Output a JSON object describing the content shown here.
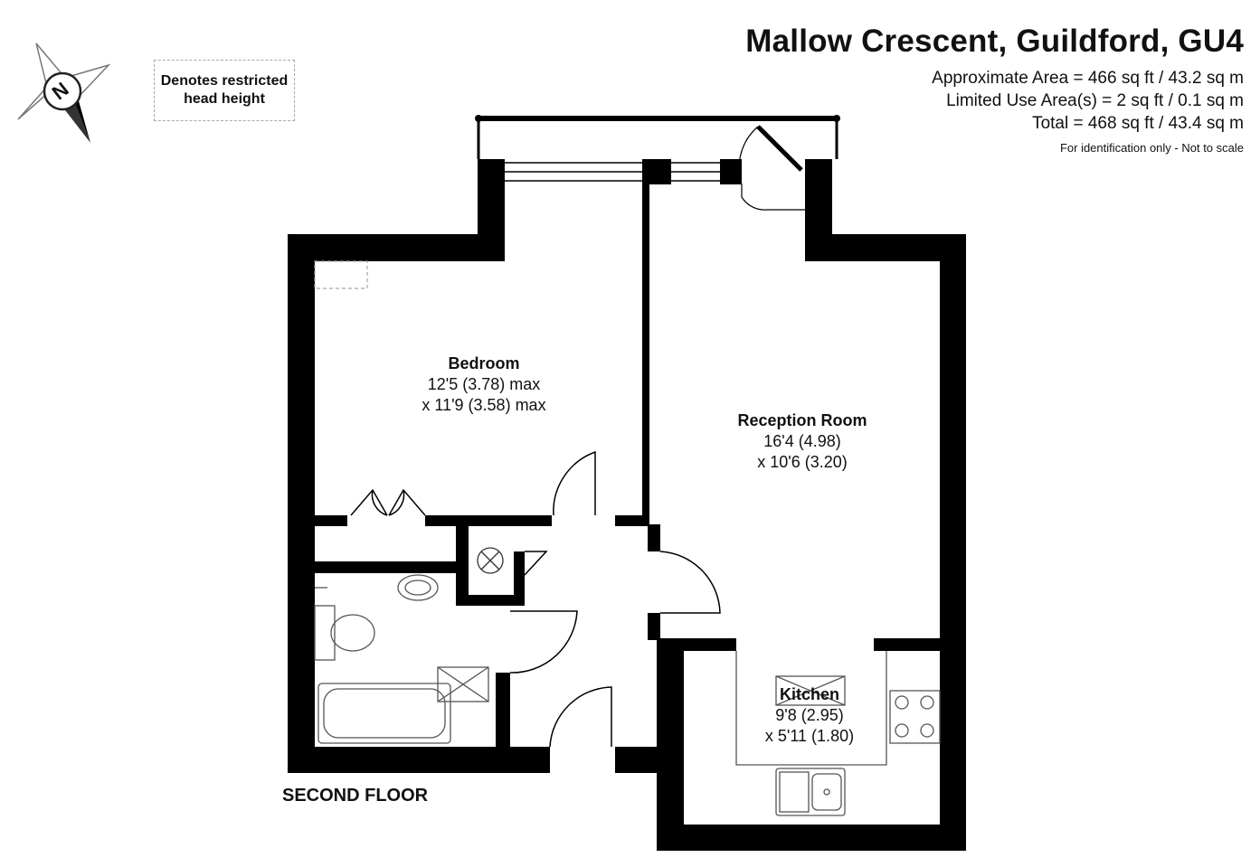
{
  "header": {
    "title": "Mallow Crescent, Guildford, GU4",
    "approx_area": "Approximate Area = 466 sq ft / 43.2 sq m",
    "limited_area": "Limited Use Area(s) = 2 sq ft / 0.1 sq m",
    "total_area": "Total = 468 sq ft / 43.4 sq m",
    "note": "For identification only - Not to scale"
  },
  "compass": {
    "label": "N",
    "icon": "compass-icon"
  },
  "legend": {
    "text": "Denotes restricted head height"
  },
  "floor_label": "SECOND FLOOR",
  "rooms": {
    "bedroom": {
      "name": "Bedroom",
      "dim1": "12'5 (3.78) max",
      "dim2": "x 11'9 (3.58) max"
    },
    "reception": {
      "name": "Reception Room",
      "dim1": "16'4 (4.98)",
      "dim2": "x 10'6 (3.20)"
    },
    "kitchen": {
      "name": "Kitchen",
      "dim1": "9'8 (2.95)",
      "dim2": "x 5'11 (1.80)"
    }
  },
  "colors": {
    "wall": "#000000",
    "line": "#222222",
    "dashed": "#a9a9a9",
    "background": "#ffffff"
  }
}
